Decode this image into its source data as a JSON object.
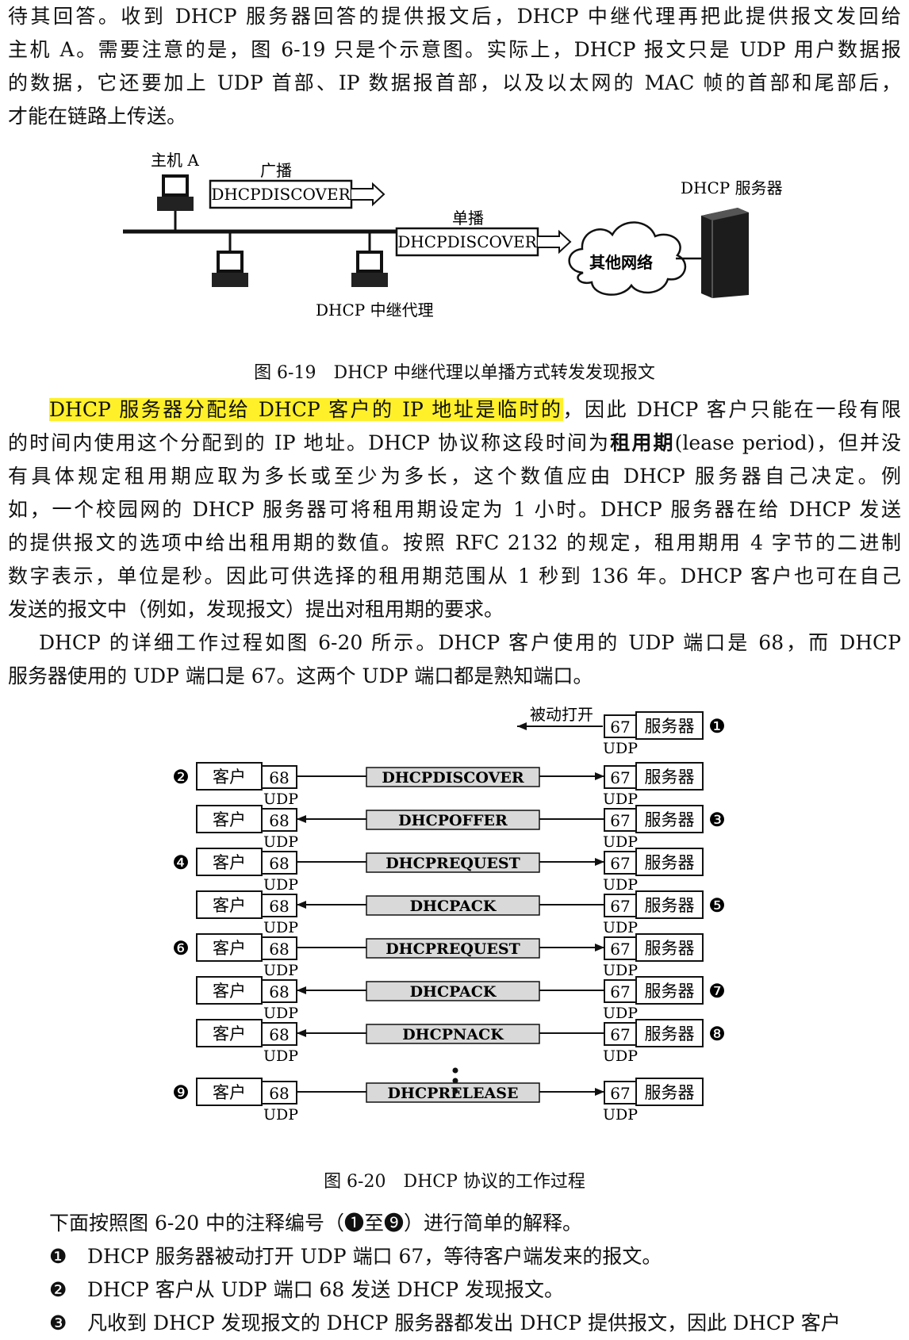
{
  "intro": {
    "lines": [
      "待其回答。收到 DHCP 服务器回答的提供报文后，DHCP 中继代理再把此提供报文发回给",
      "主机 A。需要注意的是，图 6-19 只是个示意图。实际上，DHCP 报文只是 UDP 用户数据报",
      "的数据，它还要加上 UDP 首部、IP 数据报首部，以及以太网的 MAC 帧的首部和尾部后，",
      "才能在链路上传送。"
    ]
  },
  "fig619": {
    "host_a": "主机 A",
    "broadcast": "广播",
    "discover_1": "DHCPDISCOVER",
    "unicast": "单播",
    "discover_2": "DHCPDISCOVER",
    "other_network": "其他网络",
    "server": "DHCP 服务器",
    "relay": "DHCP 中继代理",
    "caption": "图 6-19　DHCP 中继代理以单播方式转发发现报文"
  },
  "lease": {
    "highlight": "DHCP 服务器分配给 DHCP 客户的 IP 地址是临时的",
    "line1_rest": "，因此 DHCP 客户只能在一段有限",
    "line2_pre": "的时间内使用这个分配到的 IP 地址。DHCP 协议称这段时间为",
    "term": "租用期",
    "line2_post": "(lease period)，但并没",
    "lines": [
      "有具体规定租用期应取为多长或至少为多长，这个数值应由 DHCP 服务器自己决定。例",
      "如，一个校园网的 DHCP 服务器可将租用期设定为 1 小时。DHCP 服务器在给 DHCP 发送",
      "的提供报文的选项中给出租用期的数值。按照 RFC 2132 的规定，租用期用 4 字节的二进制",
      "数字表示，单位是秒。因此可供选择的租用期范围从 1 秒到 136 年。DHCP 客户也可在自己",
      "发送的报文中（例如，发现报文）提出对租用期的要求。"
    ]
  },
  "process": {
    "lines": [
      "　 DHCP 的详细工作过程如图 6-20 所示。DHCP 客户使用的 UDP 端口是 68，而 DHCP",
      "服务器使用的 UDP 端口是 67。这两个 UDP 端口都是熟知端口。"
    ]
  },
  "fig620": {
    "passive_open": "被动打开",
    "client": "客户",
    "server": "服务器",
    "client_port": "68",
    "server_port": "67",
    "udp": "UDP",
    "rows": [
      {
        "msg": "DHCPDISCOVER",
        "dir": "right",
        "mark": "❷",
        "side": "left"
      },
      {
        "msg": "DHCPOFFER",
        "dir": "left",
        "mark": "❸",
        "side": "right"
      },
      {
        "msg": "DHCPREQUEST",
        "dir": "right",
        "mark": "❹",
        "side": "left"
      },
      {
        "msg": "DHCPACK",
        "dir": "left",
        "mark": "❺",
        "side": "right"
      },
      {
        "msg": "DHCPREQUEST",
        "dir": "right",
        "mark": "❻",
        "side": "left"
      },
      {
        "msg": "DHCPACK",
        "dir": "left",
        "mark": "❼",
        "side": "right"
      },
      {
        "msg": "DHCPNACK",
        "dir": "left",
        "mark": "❽",
        "side": "right"
      },
      {
        "msg": "DHCPRELEASE",
        "dir": "right",
        "mark": "❾",
        "side": "left"
      }
    ],
    "mark_1": "❶",
    "caption": "图 6-20　DHCP 协议的工作过程"
  },
  "explain": {
    "intro": "下面按照图 6-20 中的注释编号（❶至❾）进行简单的解释。",
    "items": [
      {
        "mark": "❶",
        "text": "DHCP 服务器被动打开 UDP 端口 67，等待客户端发来的报文。"
      },
      {
        "mark": "❷",
        "text": "DHCP 客户从 UDP 端口 68 发送 DHCP 发现报文。"
      },
      {
        "mark": "❸",
        "text": "凡收到 DHCP 发现报文的 DHCP 服务器都发出 DHCP 提供报文，因此 DHCP 客户"
      }
    ]
  },
  "colors": {
    "highlight": "#fff02a",
    "msg_fill": "#d9d9d9"
  }
}
